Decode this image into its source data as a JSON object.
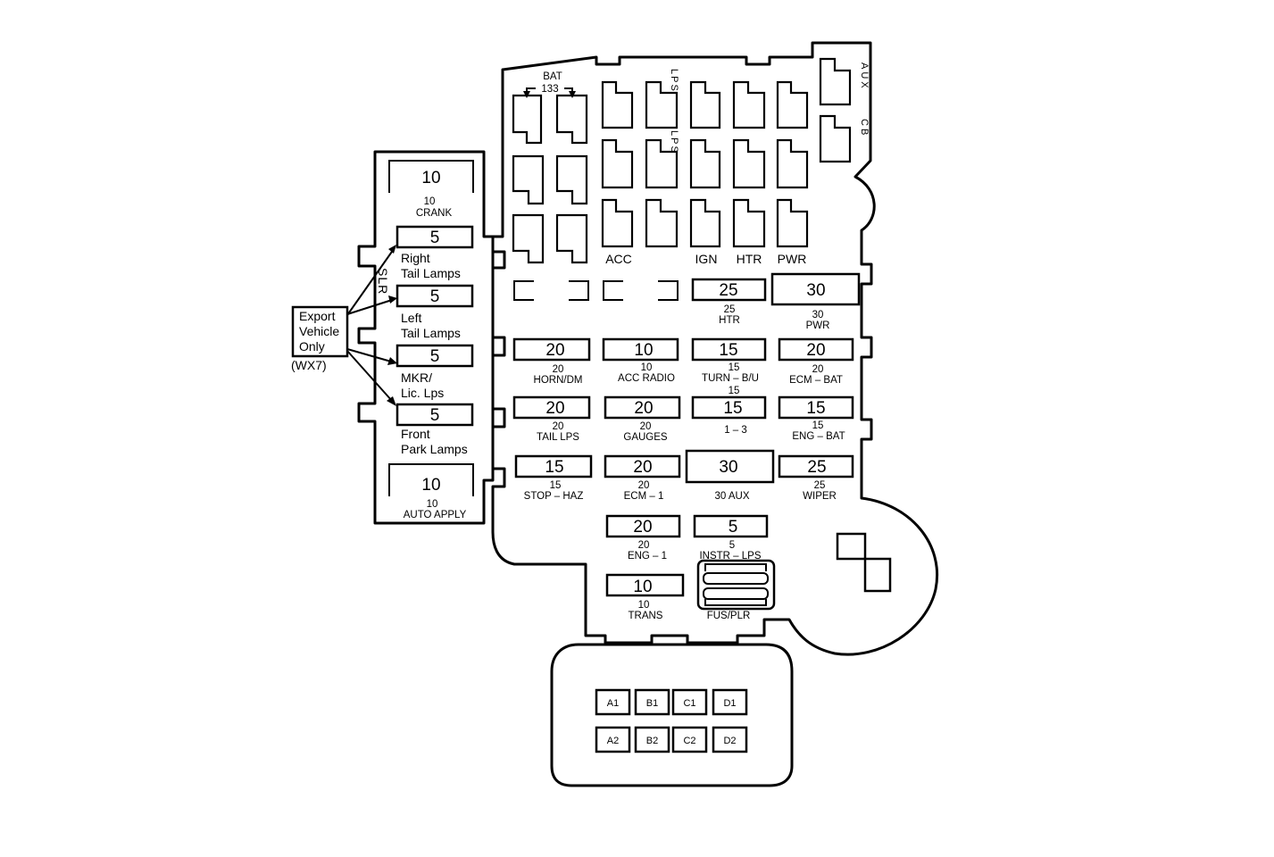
{
  "export_box": {
    "line1": "Export",
    "line2": "Vehicle",
    "line3": "Only",
    "code": "(WX7)"
  },
  "slr_label": "SLR",
  "bat_label": "BAT",
  "bat_num": "133",
  "lps1": "LPS",
  "lps2": "LPS",
  "aux_label": "AUX",
  "cb_label": "CB",
  "relay_labels": {
    "acc": "ACC",
    "ign": "IGN",
    "htr": "HTR",
    "pwr": "PWR"
  },
  "left_fuses": [
    {
      "value": "10",
      "cap_num": "10",
      "cap_text": "CRANK"
    },
    {
      "value": "5",
      "line1": "Right",
      "line2": "Tail Lamps"
    },
    {
      "value": "5",
      "line1": "Left",
      "line2": "Tail Lamps"
    },
    {
      "value": "5",
      "line1": "MKR/",
      "line2": "Lic. Lps"
    },
    {
      "value": "5",
      "line1": "Front",
      "line2": "Park Lamps"
    },
    {
      "value": "10",
      "cap_num": "10",
      "cap_text": "AUTO APPLY"
    }
  ],
  "fuses": {
    "htr": {
      "value": "25",
      "cap_num": "25",
      "cap_text": "HTR"
    },
    "pwr": {
      "value": "30",
      "cap_num": "30",
      "cap_text": "PWR"
    },
    "horn": {
      "value": "20",
      "cap_num": "20",
      "cap_text": "HORN/DM"
    },
    "accr": {
      "value": "10",
      "cap_num": "10",
      "cap_text": "ACC RADIO"
    },
    "turn": {
      "value": "15",
      "cap_num": "15",
      "cap_text": "TURN – B/U"
    },
    "ecmb": {
      "value": "20",
      "cap_num": "20",
      "cap_text": "ECM – BAT"
    },
    "tail": {
      "value": "20",
      "cap_num": "20",
      "cap_text": "TAIL LPS"
    },
    "gauge": {
      "value": "20",
      "cap_num": "20",
      "cap_text": "GAUGES"
    },
    "f13": {
      "value": "15",
      "cap_num": "15",
      "cap_text": "1 – 3"
    },
    "engb": {
      "value": "15",
      "cap_num": "15",
      "cap_text": "ENG – BAT"
    },
    "stop": {
      "value": "15",
      "cap_num": "15",
      "cap_text": "STOP – HAZ"
    },
    "ecm1": {
      "value": "20",
      "cap_num": "20",
      "cap_text": "ECM – 1"
    },
    "aux": {
      "value": "30",
      "cap_text": "30  AUX"
    },
    "wiper": {
      "value": "25",
      "cap_num": "25",
      "cap_text": "WIPER"
    },
    "eng1": {
      "value": "20",
      "cap_num": "20",
      "cap_text": "ENG – 1"
    },
    "instr": {
      "value": "5",
      "cap_num": "5",
      "cap_text": "INSTR – LPS"
    },
    "trans": {
      "value": "10",
      "cap_num": "10",
      "cap_text": "TRANS"
    }
  },
  "fus_plr": "FUS/PLR",
  "connectors": [
    "A1",
    "B1",
    "C1",
    "D1",
    "A2",
    "B2",
    "C2",
    "D2"
  ]
}
